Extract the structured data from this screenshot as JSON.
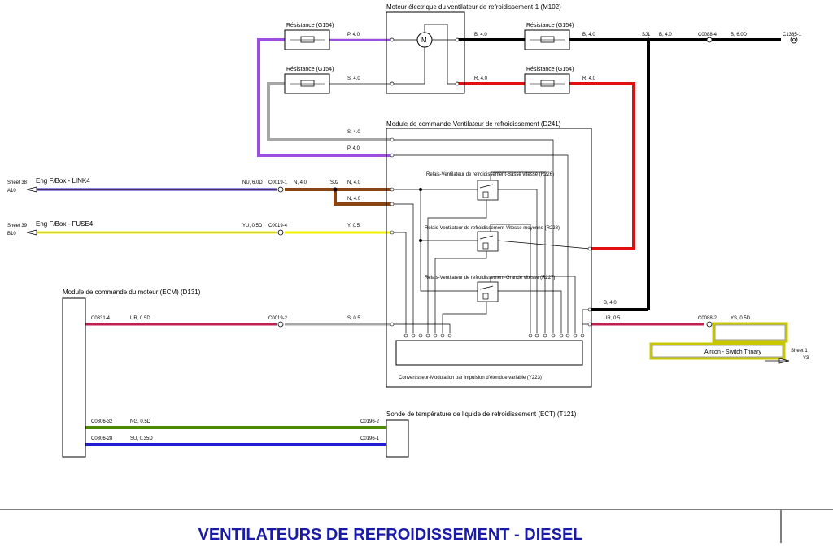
{
  "colors": {
    "purple": "#9b4fe0",
    "grey": "#a6a6a6",
    "black": "#000000",
    "red": "#e01010",
    "brown": "#8b4513",
    "yellow": "#f0f000",
    "pink": "#c0204f",
    "green": "#4c8c00",
    "blue": "#1e1ed0",
    "trinary_border": "#c8c800",
    "title_color": "#1a1aa8"
  },
  "components": {
    "fan_motor": "Moteur électrique du ventilateur de refroidissement-1 (M102)",
    "res_1": "Résistance (G154)",
    "res_2": "Résistance (G154)",
    "res_3": "Résistance (G154)",
    "res_4": "Résistance (G154)",
    "fan_module": "Module de commande-Ventilateur de refroidissement (D241)",
    "relay_low": "Relais-Ventilateur de refroidissement-Basse vitesse (R226)",
    "relay_mid": "Relais-Ventilateur de refroidissement-Vitesse moyenne (R228)",
    "relay_high": "Relais-Ventilateur de refroidissement-Grande vitesse (R227)",
    "pwm": "Convertisseur-Modulation par impulsion d'étendue variable (Y223)",
    "ecm": "Module de commande du moteur (ECM) (D131)",
    "ect": "Sonde de température de liquide de refroidissement (ECT) (T121)",
    "trinary": "Aircon - Switch Trinary"
  },
  "sheets": {
    "link4_sheet": "Sheet 38",
    "link4_name": "Eng F/Box - LINK4",
    "link4_ref": "A10",
    "fuse4_sheet": "Sheet 39",
    "fuse4_name": "Eng F/Box - FUSE4",
    "fuse4_ref": "B10",
    "trinary_sheet": "Sheet 1",
    "trinary_ref": "Y3"
  },
  "wires": {
    "p_top": "P, 4.0",
    "s_top": "S, 4.0",
    "b_motor": "B, 4.0",
    "r_motor": "R, 4.0",
    "b_right": "B, 4.0",
    "r_right": "R, 4.0",
    "b_sj1": "B, 4.0",
    "b_6": "B, 6.0D",
    "s_loop": "S, 4.0",
    "p_loop": "P, 4.0",
    "nu": "NU, 6.0D",
    "n1": "N, 4.0",
    "n2": "N, 4.0",
    "n3": "N, 4.0",
    "yu": "YU, 0.5D",
    "y": "Y, 0.5",
    "ur": "UR, 0.5D",
    "s05": "S, 0.5",
    "b_mod": "B, 4.0",
    "ur_mod": "UR, 0.5",
    "ys": "YS, 0.5D",
    "ng": "NG, 0.5D",
    "su": "SU, 0.35D"
  },
  "connectors": {
    "sj1": "SJ1",
    "sj2": "SJ2",
    "c0088_4": "C0088-4",
    "c1385_1": "C1385-1",
    "c0019_1": "C0019-1",
    "c0019_4": "C0019-4",
    "c0019_2": "C0019-2",
    "c0331_4": "C0331-4",
    "c0088_2": "C0088-2",
    "c0806_32": "C0806-32",
    "c0806_28": "C0806-28",
    "c0196_2": "C0196-2",
    "c0196_1": "C0196-1"
  },
  "footer": {
    "title": "VENTILATEURS DE REFROIDISSEMENT - DIESEL"
  }
}
